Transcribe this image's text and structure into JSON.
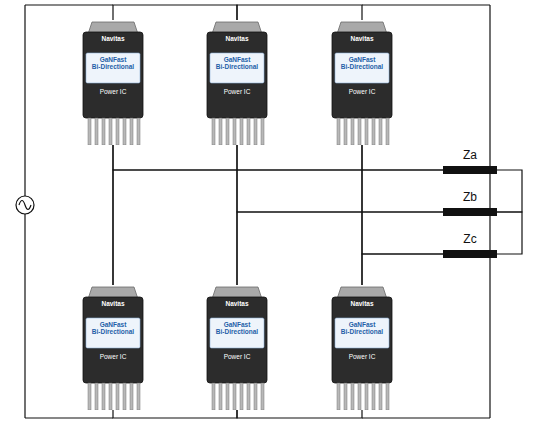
{
  "diagram": {
    "nodes": [
      {
        "text": [
          "Navitas",
          "GaNFast Bi-Directional",
          "Power IC"
        ]
      },
      {
        "text": [
          "Navitas",
          "GaNFast Bi-Directional",
          "Power IC"
        ]
      },
      {
        "text": [
          "Navitas",
          "GaNFast Bi-Directional",
          "Power IC"
        ]
      },
      {
        "text": [
          "Za"
        ]
      },
      {
        "text": [
          "Zb"
        ]
      },
      {
        "text": [
          "Zc"
        ]
      },
      {
        "text": [
          "Navitas",
          "GaNFast Bi-Directional",
          "Power IC"
        ]
      },
      {
        "text": [
          "Navitas",
          "GaNFast Bi-Directional",
          "Power IC"
        ]
      },
      {
        "text": [
          "Navitas",
          "GaNFast Bi-Directional",
          "Power IC"
        ]
      }
    ],
    "edges": [
      {
        "from": 0,
        "to": 6,
        "arrow": "none"
      },
      {
        "from": 1,
        "to": 7,
        "arrow": "none"
      },
      {
        "from": 2,
        "to": 8,
        "arrow": "none"
      },
      {
        "from": 0,
        "to": 3,
        "arrow": "none"
      },
      {
        "from": 6,
        "to": 3,
        "arrow": "none"
      },
      {
        "from": 1,
        "to": 4,
        "arrow": "none"
      },
      {
        "from": 7,
        "to": 4,
        "arrow": "none"
      },
      {
        "from": 2,
        "to": 5,
        "arrow": "none"
      },
      {
        "from": 8,
        "to": 5,
        "arrow": "none"
      },
      {
        "from": 0,
        "to": 1,
        "arrow": "none"
      },
      {
        "from": 1,
        "to": 2,
        "arrow": "none"
      },
      {
        "from": 6,
        "to": 7,
        "arrow": "none"
      },
      {
        "from": 7,
        "to": 8,
        "arrow": "none"
      },
      {
        "from": 3,
        "to": 4,
        "arrow": "none"
      },
      {
        "from": 4,
        "to": 5,
        "arrow": "none"
      }
    ]
  }
}
